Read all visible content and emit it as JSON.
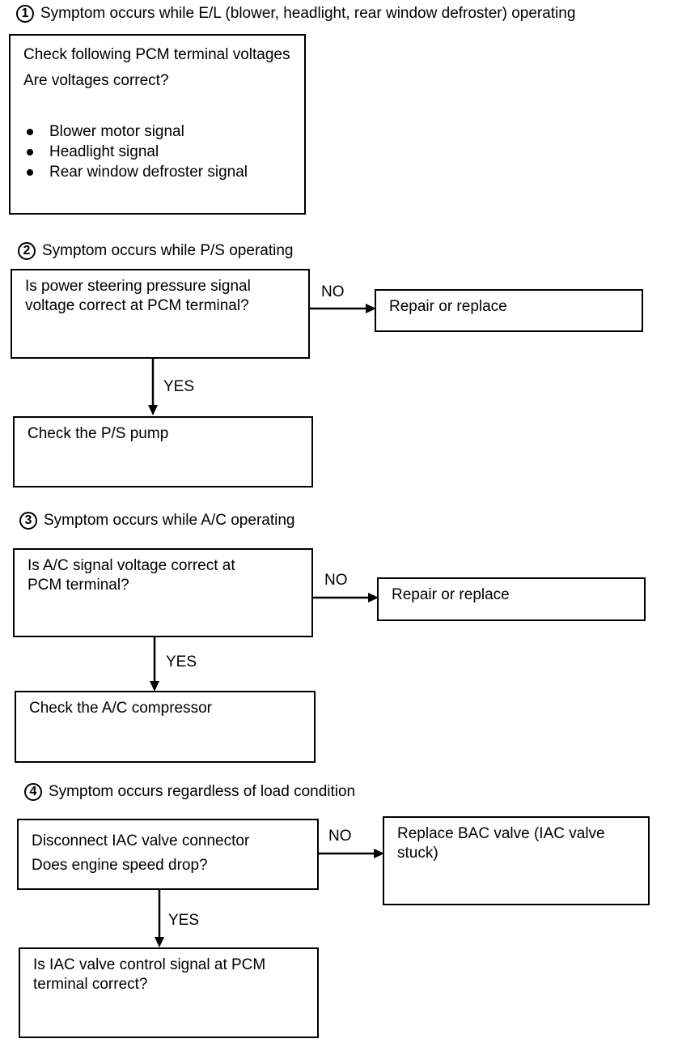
{
  "sections": [
    {
      "number": "1",
      "heading": "Symptom occurs while E/L (blower, headlight, rear window defroster) operating",
      "check_box": {
        "line1": "Check following PCM terminal voltages",
        "line2": "Are voltages correct?",
        "bullets": [
          "Blower motor signal",
          "Headlight signal",
          "Rear window defroster signal"
        ]
      }
    },
    {
      "number": "2",
      "heading": "Symptom occurs while P/S operating",
      "question": "Is power steering pressure signal voltage correct at PCM terminal?",
      "no_label": "NO",
      "no_action": "Repair or replace",
      "yes_label": "YES",
      "yes_action": "Check the P/S pump"
    },
    {
      "number": "3",
      "heading": "Symptom occurs while A/C operating",
      "question": "Is A/C signal voltage correct at PCM terminal?",
      "no_label": "NO",
      "no_action": "Repair or replace",
      "yes_label": "YES",
      "yes_action": "Check the A/C compressor"
    },
    {
      "number": "4",
      "heading": "Symptom occurs regardless of load condition",
      "question_line1": "Disconnect IAC valve connector",
      "question_line2": "Does engine speed drop?",
      "no_label": "NO",
      "no_action": "Replace BAC valve (IAC valve stuck)",
      "yes_label": "YES",
      "yes_action": "Is IAC valve control signal at PCM terminal correct?"
    }
  ]
}
